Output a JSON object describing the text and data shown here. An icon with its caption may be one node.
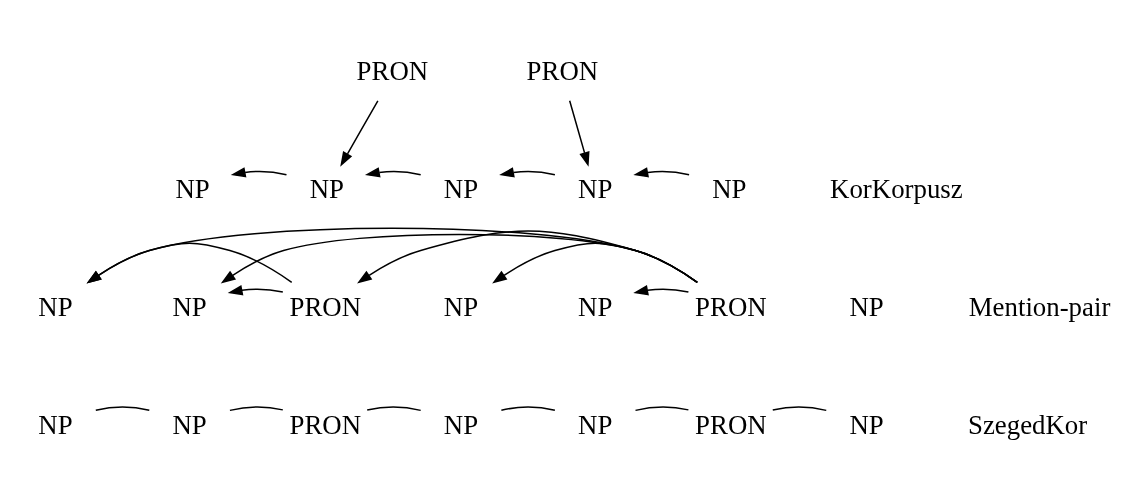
{
  "diagram": {
    "nodes": [
      {
        "text": [
          "PRON"
        ]
      },
      {
        "text": [
          "PRON"
        ]
      },
      {
        "text": [
          "NP"
        ]
      },
      {
        "text": [
          "NP"
        ]
      },
      {
        "text": [
          "NP"
        ]
      },
      {
        "text": [
          "NP"
        ]
      },
      {
        "text": [
          "NP"
        ]
      },
      {
        "text": [
          "NP"
        ]
      },
      {
        "text": [
          "NP"
        ]
      },
      {
        "text": [
          "PRON"
        ]
      },
      {
        "text": [
          "NP"
        ]
      },
      {
        "text": [
          "NP"
        ]
      },
      {
        "text": [
          "PRON"
        ]
      },
      {
        "text": [
          "NP"
        ]
      },
      {
        "text": [
          "NP"
        ]
      },
      {
        "text": [
          "NP"
        ]
      },
      {
        "text": [
          "PRON"
        ]
      },
      {
        "text": [
          "NP"
        ]
      },
      {
        "text": [
          "NP"
        ]
      },
      {
        "text": [
          "PRON"
        ]
      },
      {
        "text": [
          "NP"
        ]
      }
    ],
    "edges": [
      {
        "from": 0,
        "to": 3,
        "arrow": "to"
      },
      {
        "from": 1,
        "to": 5,
        "arrow": "to"
      },
      {
        "from": 3,
        "to": 2,
        "arrow": "to"
      },
      {
        "from": 4,
        "to": 3,
        "arrow": "to"
      },
      {
        "from": 5,
        "to": 4,
        "arrow": "to"
      },
      {
        "from": 6,
        "to": 5,
        "arrow": "to"
      },
      {
        "from": 9,
        "to": 7,
        "arrow": "to"
      },
      {
        "from": 9,
        "to": 8,
        "arrow": "to"
      },
      {
        "from": 12,
        "to": 7,
        "arrow": "to"
      },
      {
        "from": 12,
        "to": 8,
        "arrow": "to"
      },
      {
        "from": 12,
        "to": 9,
        "arrow": "to"
      },
      {
        "from": 12,
        "to": 10,
        "arrow": "to"
      },
      {
        "from": 12,
        "to": 11,
        "arrow": "to"
      },
      {
        "from": 14,
        "to": 15,
        "arrow": "none"
      },
      {
        "from": 15,
        "to": 16,
        "arrow": "none"
      },
      {
        "from": 16,
        "to": 17,
        "arrow": "none"
      },
      {
        "from": 17,
        "to": 18,
        "arrow": "none"
      },
      {
        "from": 18,
        "to": 19,
        "arrow": "none"
      },
      {
        "from": 19,
        "to": 20,
        "arrow": "none"
      }
    ],
    "labels": [
      "KorKorpusz",
      "Mention-pair",
      "SzegedKor"
    ]
  }
}
